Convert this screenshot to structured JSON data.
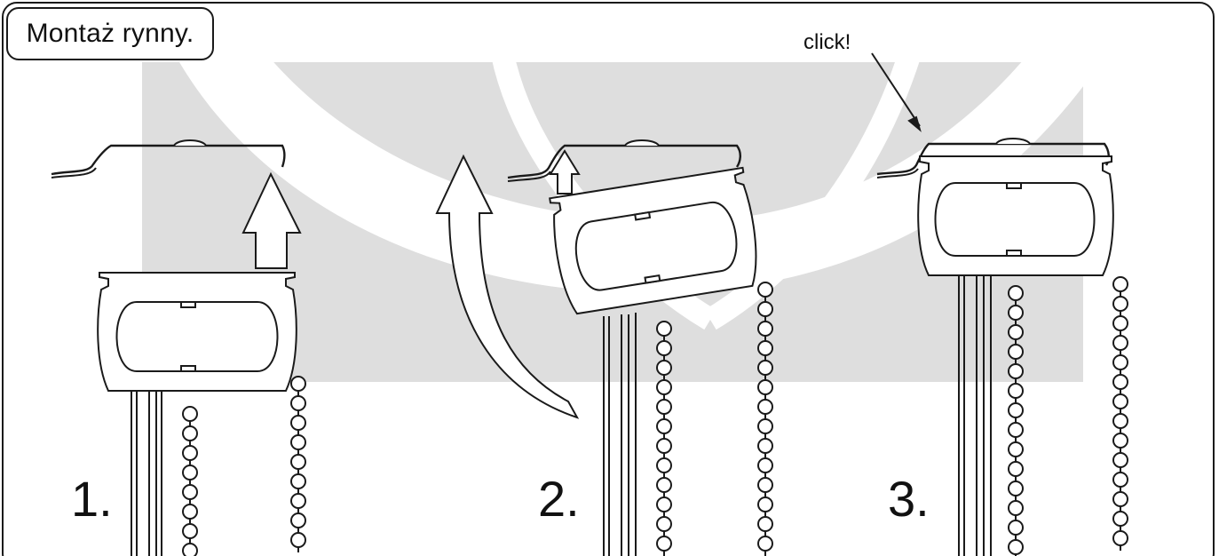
{
  "title": "Montaż rynny.",
  "callout": "click!",
  "steps": [
    {
      "number": "1."
    },
    {
      "number": "2."
    },
    {
      "number": "3."
    }
  ],
  "colors": {
    "stroke": "#1a1a1a",
    "watermark": "#dedede",
    "background": "#ffffff"
  }
}
